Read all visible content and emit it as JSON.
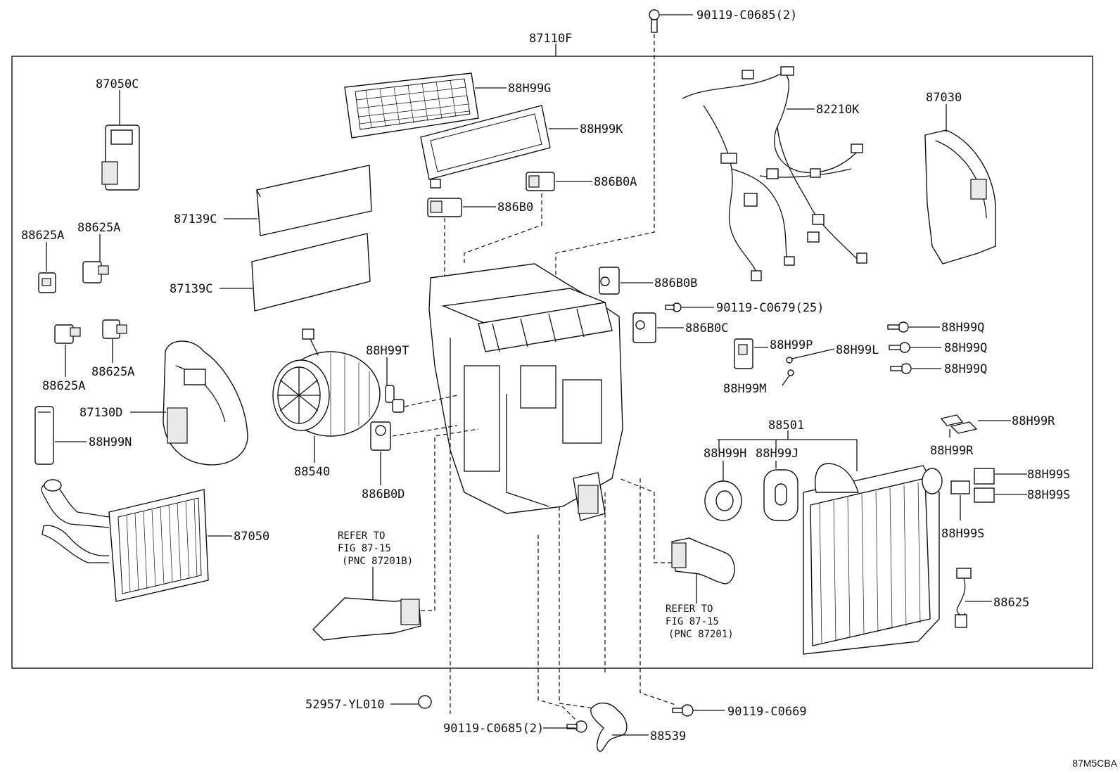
{
  "assembly_label": "87110F",
  "diagram_code": "87M5CBA",
  "parts": {
    "p87050C": "87050C",
    "p88H99G": "88H99G",
    "p88H99K": "88H99K",
    "p886B0A": "886B0A",
    "p886B0": "886B0",
    "p82210K": "82210K",
    "p87030": "87030",
    "p88625A_1": "88625A",
    "p88625A_2": "88625A",
    "p88625A_3": "88625A",
    "p88625A_4": "88625A",
    "p87139C_1": "87139C",
    "p87139C_2": "87139C",
    "p886B0B": "886B0B",
    "p886B0C": "886B0C",
    "p90119_C0679": "90119-C0679(25)",
    "p90119_C0685_top": "90119-C0685(2)",
    "p88H99Q_1": "88H99Q",
    "p88H99Q_2": "88H99Q",
    "p88H99Q_3": "88H99Q",
    "p88H99P": "88H99P",
    "p88H99L": "88H99L",
    "p88H99M": "88H99M",
    "p88H99T": "88H99T",
    "p87130D": "87130D",
    "p88H99N": "88H99N",
    "p88540": "88540",
    "p886B0D": "886B0D",
    "p88501": "88501",
    "p88H99R_1": "88H99R",
    "p88H99R_2": "88H99R",
    "p88H99H": "88H99H",
    "p88H99J": "88H99J",
    "p88H99S_1": "88H99S",
    "p88H99S_2": "88H99S",
    "p88H99S_3": "88H99S",
    "p87050": "87050",
    "p88625": "88625",
    "p52957": "52957-YL010",
    "p90119_C0685_bot": "90119-C0685(2)",
    "p90119_C0669": "90119-C0669",
    "p88539": "88539"
  },
  "refs": {
    "left": {
      "line1": "REFER TO",
      "line2": "FIG 87-15",
      "line3": "(PNC 87201B)"
    },
    "right": {
      "line1": "REFER TO",
      "line2": "FIG 87-15",
      "line3": "(PNC 87201)"
    }
  }
}
